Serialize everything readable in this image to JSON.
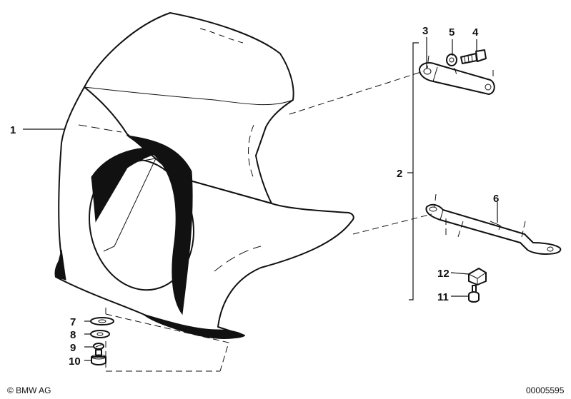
{
  "diagram": {
    "callouts": [
      "1",
      "2",
      "3",
      "4",
      "5",
      "6",
      "7",
      "8",
      "9",
      "10",
      "11",
      "12"
    ],
    "footer": {
      "copyright": "© BMW AG",
      "drawing_number": "00005595"
    }
  }
}
